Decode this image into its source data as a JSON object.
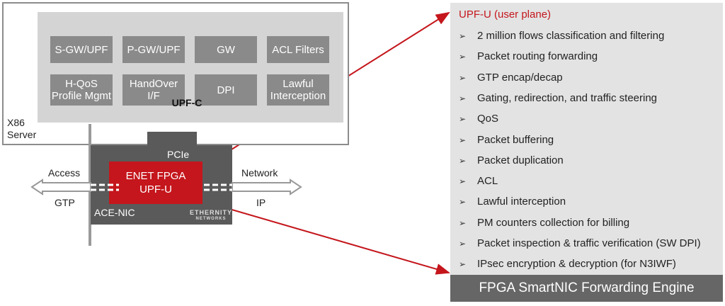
{
  "server": {
    "label_line1": "X86",
    "label_line2": "Server",
    "upfc_label": "UPF-C",
    "modules_row1": [
      "S-GW/UPF",
      "P-GW/UPF",
      "GW",
      "ACL Filters"
    ],
    "modules_row2": [
      {
        "l1": "H-QoS",
        "l2": "Profile Mgmt"
      },
      {
        "l1": "HandOver",
        "l2": "I/F"
      },
      {
        "l1": "DPI",
        "l2": ""
      },
      {
        "l1": "Lawful",
        "l2": "Interception"
      }
    ]
  },
  "nic": {
    "pcie": "PCIe",
    "fpga_line1": "ENET FPGA",
    "fpga_line2": "UPF-U",
    "name": "ACE-NIC",
    "logo_line1": "ETHERNITY",
    "logo_line2": "NETWORKS"
  },
  "sides": {
    "left_top": "Access",
    "left_bottom": "GTP",
    "right_top": "Network",
    "right_bottom": "IP"
  },
  "panel": {
    "title": "UPF-U (user plane)",
    "bullet_glyph": "➢",
    "items": [
      "2 million flows classification and filtering",
      "Packet routing forwarding",
      "GTP encap/decap",
      "Gating, redirection, and traffic steering",
      "QoS",
      "Packet buffering",
      "Packet duplication",
      "ACL",
      "Lawful interception",
      "PM counters collection for billing",
      "Packet inspection & traffic verification (SW DPI)",
      "IPsec encryption & decryption (for N3IWF)"
    ],
    "footer": "FPGA SmartNIC Forwarding Engine"
  },
  "colors": {
    "accent_red": "#c4161c",
    "module_grey": "#8a8a8a",
    "nic_grey": "#5a5a5a"
  }
}
